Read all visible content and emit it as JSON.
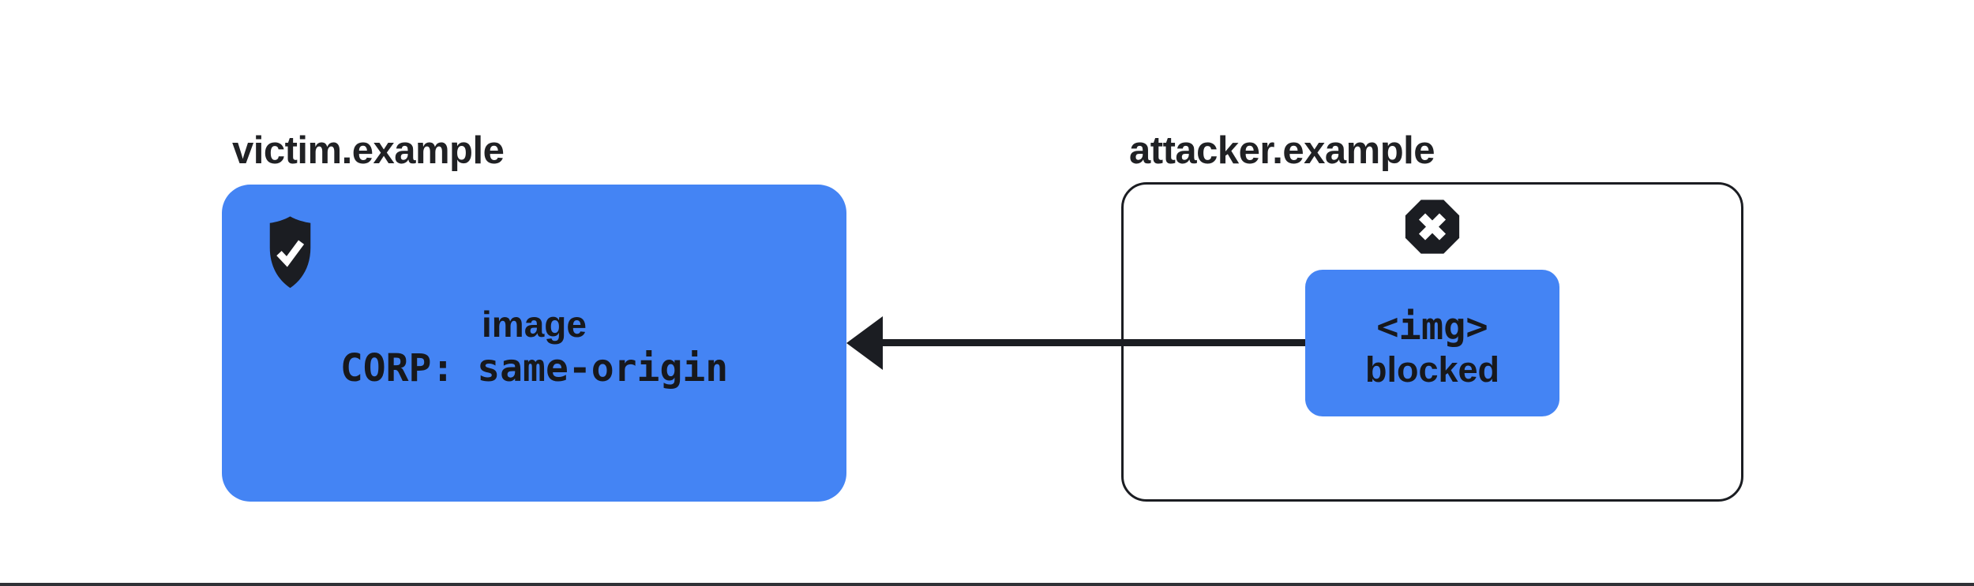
{
  "diagram": {
    "victim": {
      "label": "victim.example",
      "line1": "image",
      "line2": "CORP: same-origin",
      "icon": "shield-check"
    },
    "attacker": {
      "label": "attacker.example",
      "code": "<img>",
      "status": "blocked",
      "icon": "blocked-x"
    },
    "arrow": {
      "direction": "right-to-left"
    },
    "colors": {
      "blue": "#4484f4",
      "dark": "#1b1d22",
      "background": "#ffffff"
    }
  }
}
